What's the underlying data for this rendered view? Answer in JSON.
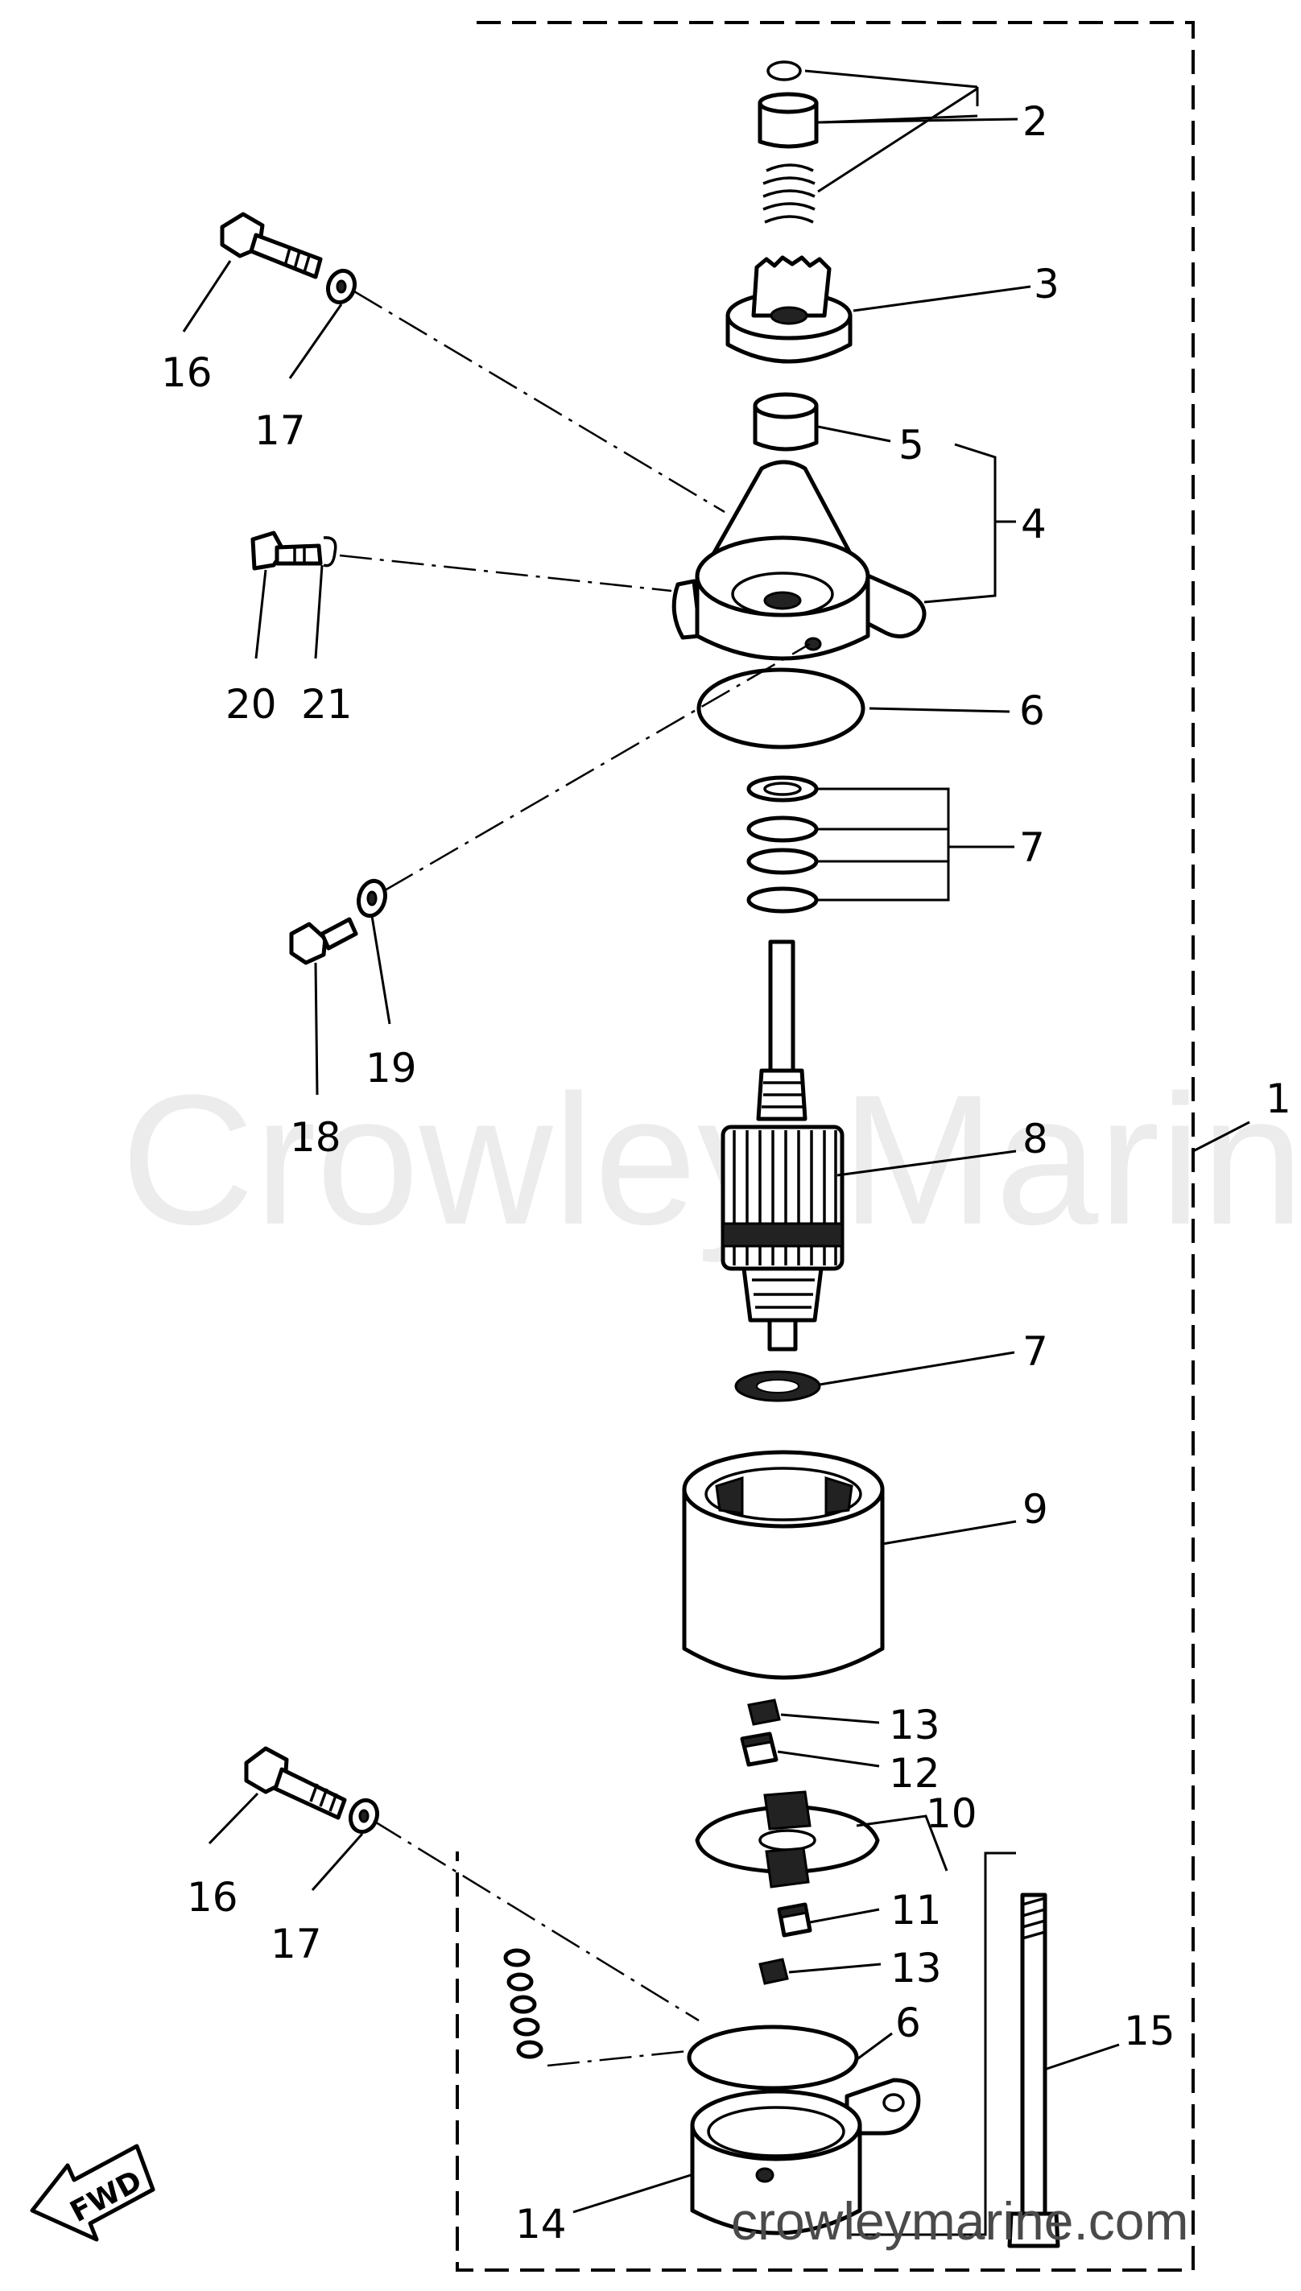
{
  "watermark": {
    "large": "Crowley Marine",
    "url": "crowleymarine.com"
  },
  "fwd_arrow": {
    "label": "FWD"
  },
  "callouts": {
    "c1": "1",
    "c2": "2",
    "c3": "3",
    "c4": "4",
    "c5": "5",
    "c6_top": "6",
    "c6_bottom": "6",
    "c7_top": "7",
    "c7_mid": "7",
    "c8": "8",
    "c9": "9",
    "c10": "10",
    "c11": "11",
    "c12": "12",
    "c13_top": "13",
    "c13_bottom": "13",
    "c14": "14",
    "c15": "15",
    "c16_top": "16",
    "c16_bottom": "16",
    "c17_top": "17",
    "c17_bottom": "17",
    "c18": "18",
    "c19": "19",
    "c20": "20",
    "c21": "21"
  }
}
